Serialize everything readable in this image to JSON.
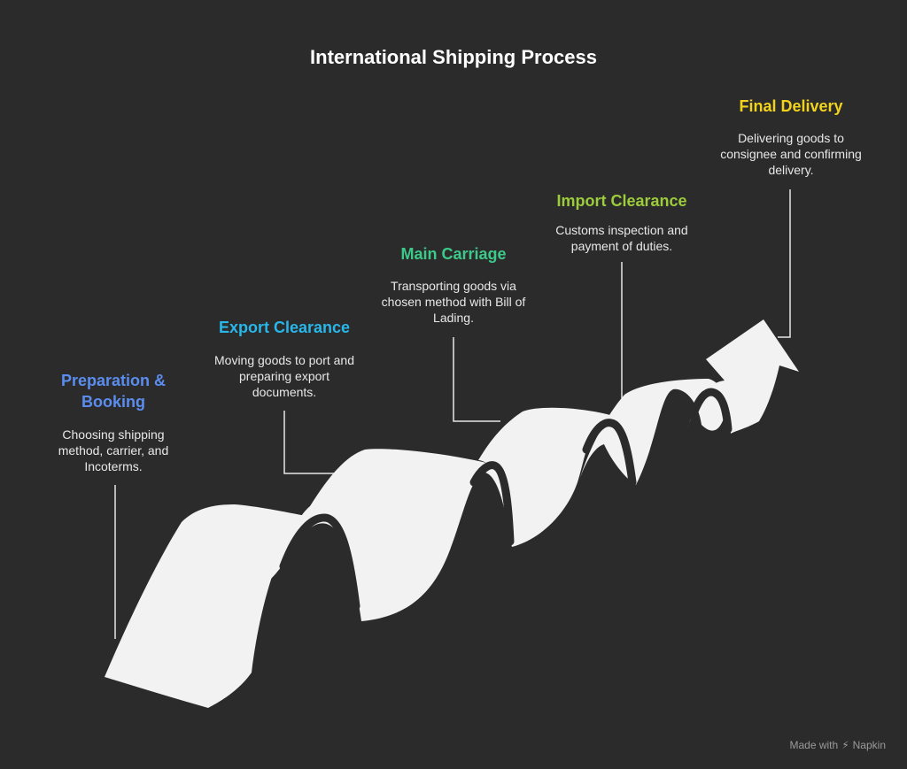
{
  "title": "International Shipping Process",
  "stages": [
    {
      "title": "Preparation & Booking",
      "description": "Choosing shipping method, carrier, and Incoterms.",
      "color": "#5b8def"
    },
    {
      "title": "Export Clearance",
      "description": "Moving goods to port and preparing export documents.",
      "color": "#29b6e8"
    },
    {
      "title": "Main Carriage",
      "description": "Transporting goods via chosen method with Bill of Lading.",
      "color": "#3cc98a"
    },
    {
      "title": "Import Clearance",
      "description": "Customs inspection and payment of duties.",
      "color": "#9ccc3c"
    },
    {
      "title": "Final Delivery",
      "description": "Delivering goods to consignee and confirming delivery.",
      "color": "#f2d31b"
    }
  ],
  "footer": {
    "made_with": "Made with",
    "brand": "Napkin"
  }
}
